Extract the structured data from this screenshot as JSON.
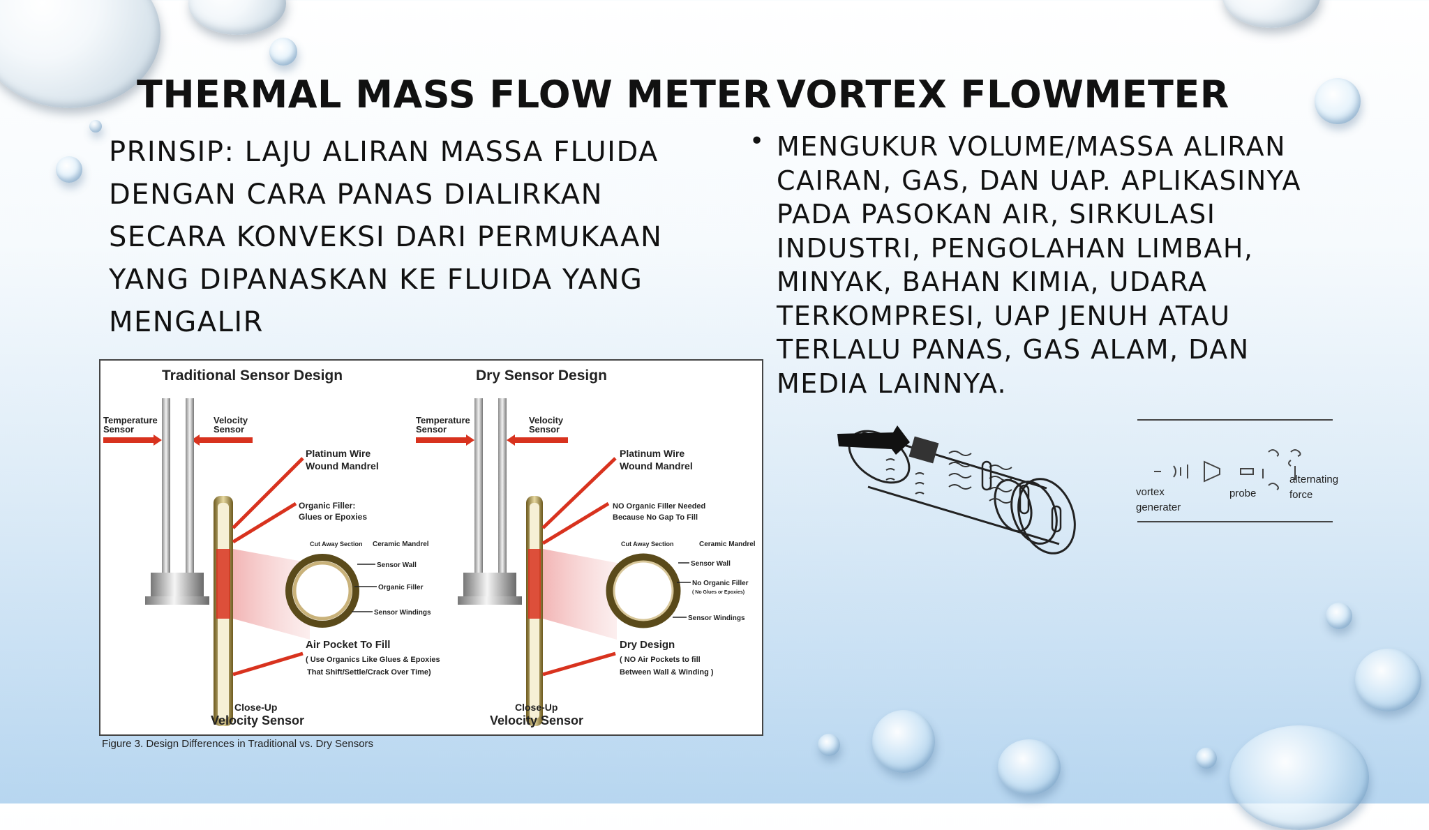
{
  "left": {
    "title": "THERMAL MASS FLOW METER",
    "body_lines": [
      "PRINSIP: LAJU ALIRAN MASSA FLUIDA",
      "DENGAN CARA PANAS DIALIRKAN",
      "SECARA KONVEKSI DARI PERMUKAAN",
      "YANG DIPANASKAN KE FLUIDA YANG",
      "MENGALIR"
    ],
    "figure": {
      "traditional_title": "Traditional Sensor Design",
      "dry_title": "Dry Sensor  Design",
      "temperature_sensor": "Temperature Sensor",
      "velocity_sensor": "Velocity Sensor",
      "platinum_wire": "Platinum Wire Wound Mandrel",
      "organic_filler": "Organic Filler: Glues or Epoxies",
      "no_organic_filler": "NO Organic Filler Needed Because No Gap To Fill",
      "cut_away": "Cut Away Section",
      "ceramic_mandrel": "Ceramic Mandrel",
      "sensor_wall": "Sensor Wall",
      "organic_filler_short": "Organic Filler",
      "no_organic_filler_short": "No Organic Filler",
      "no_glues": "( No Glues or Epoxies)",
      "sensor_windings": "Sensor Windings",
      "air_pocket": "Air Pocket To Fill",
      "air_pocket_note_1": "( Use Organics Like Glues & Epoxies",
      "air_pocket_note_2": "That Shift/Settle/Crack Over Time)",
      "dry_design": "Dry Design",
      "dry_design_note_1": "( NO Air Pockets to fill",
      "dry_design_note_2": "Between Wall & Winding )",
      "close_up": "Close-Up",
      "close_up_velocity": "Velocity Sensor",
      "caption": "Figure 3.  Design Differences in Traditional vs. Dry Sensors"
    }
  },
  "right": {
    "title": "VORTEX FLOWMETER",
    "bullet": "•",
    "body_lines": [
      "MENGUKUR VOLUME/MASSA ALIRAN",
      "CAIRAN, GAS, DAN UAP. APLIKASINYA",
      "PADA PASOKAN AIR, SIRKULASI",
      "INDUSTRI, PENGOLAHAN LIMBAH,",
      "MINYAK, BAHAN KIMIA, UDARA",
      "TERKOMPRESI, UAP JENUH ATAU",
      "TERLALU PANAS, GAS ALAM, DAN",
      "MEDIA LAINNYA."
    ],
    "diagram": {
      "vortex_generator_1": "vortex",
      "vortex_generator_2": "generater",
      "probe": "probe",
      "alternating_force_1": "alternating",
      "alternating_force_2": "force"
    }
  },
  "colors": {
    "accent_red": "#d8321e",
    "text": "#111111"
  }
}
